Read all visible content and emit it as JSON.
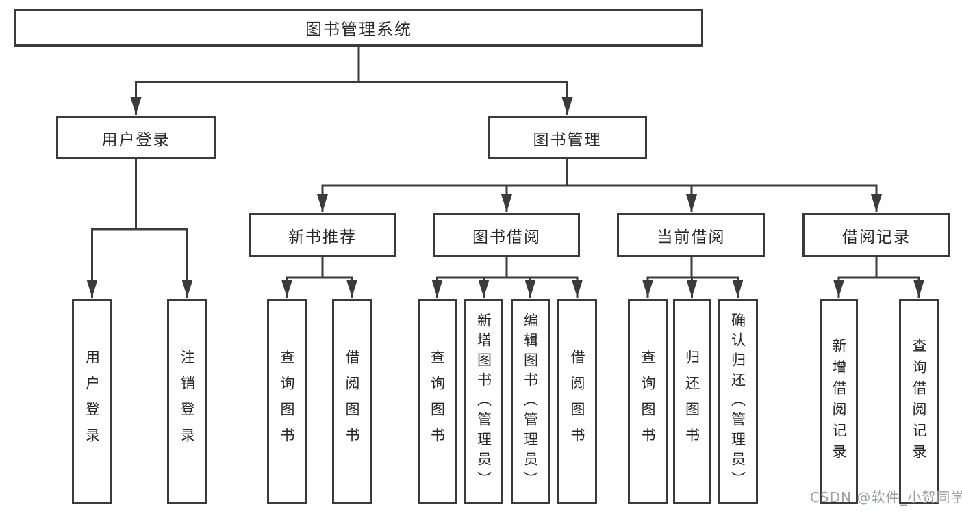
{
  "root": {
    "label": "图书管理系统"
  },
  "level2": {
    "user_login": {
      "label": "用户登录"
    },
    "book_mgmt": {
      "label": "图书管理"
    }
  },
  "level3": {
    "new_books": {
      "label": "新书推荐"
    },
    "borrow": {
      "label": "图书借阅"
    },
    "current": {
      "label": "当前借阅"
    },
    "records": {
      "label": "借阅记录"
    }
  },
  "leaves": {
    "user_login": [
      "用户登录",
      "注销登录"
    ],
    "new_books": [
      "查询图书",
      "借阅图书"
    ],
    "borrow": [
      "查询图书",
      "新增图书（管理员）",
      "编辑图书（管理员）",
      "借阅图书"
    ],
    "current": [
      "查询图书",
      "归还图书",
      "确认归还（管理员）"
    ],
    "records": [
      "新增借阅记录",
      "查询借阅记录"
    ]
  },
  "watermark": "CSDN @软件_小贺同学",
  "colors": {
    "line": "#3b3b3b",
    "text": "#26282a",
    "background": "#ffffff",
    "watermark": "#99a1a8"
  }
}
